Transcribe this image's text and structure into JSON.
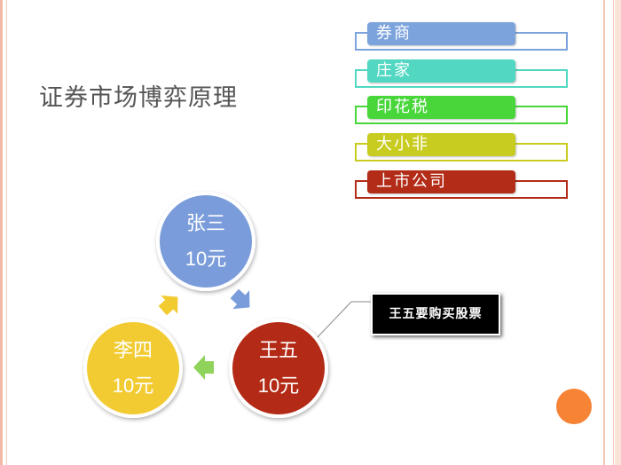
{
  "slide": {
    "title": "证券市场博弈原理",
    "callout": "王五要购买股票"
  },
  "tags": [
    {
      "label": "券商",
      "color": "#7da3dd"
    },
    {
      "label": "庄家",
      "color": "#52d8c2"
    },
    {
      "label": "印花税",
      "color": "#48d63a"
    },
    {
      "label": "大小非",
      "color": "#c9cc20"
    },
    {
      "label": "上市公司",
      "color": "#b32c17"
    }
  ],
  "cycle": [
    {
      "name": "张三",
      "amount": "10元",
      "color": "#7a9cda"
    },
    {
      "name": "王五",
      "amount": "10元",
      "color": "#b32a16"
    },
    {
      "name": "李四",
      "amount": "10元",
      "color": "#f2cb30"
    }
  ],
  "arrows": [
    {
      "from": "张三",
      "to": "王五",
      "color": "#7a9cda",
      "icon": "arrow-icon"
    },
    {
      "from": "王五",
      "to": "李四",
      "color": "#8fd35a",
      "icon": "arrow-icon"
    },
    {
      "from": "李四",
      "to": "张三",
      "color": "#f2cb30",
      "icon": "arrow-icon"
    }
  ],
  "decor": {
    "accent": "#f78334"
  }
}
